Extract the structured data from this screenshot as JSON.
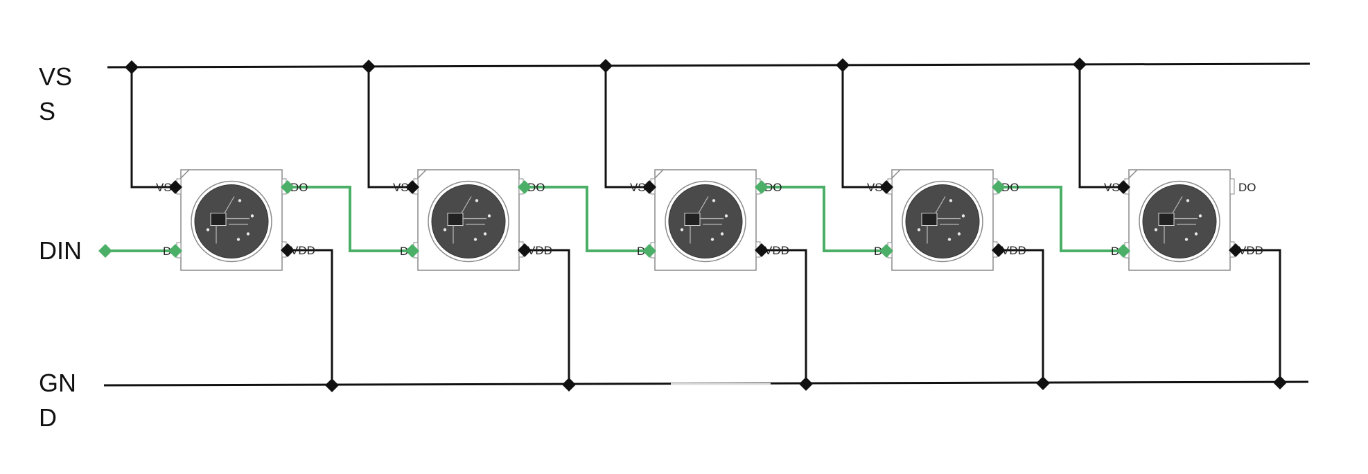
{
  "rails": {
    "vss_label": "VS\nS",
    "din_label": "DIN",
    "gnd_label": "GN\nD"
  },
  "pins": {
    "vss": "VSS",
    "do": "DO",
    "di": "DI",
    "vdd": "VDD"
  },
  "colors": {
    "wire": "#111111",
    "data_wire": "#4caf68",
    "led_body": "#4a4a4a",
    "package_border": "#8a8a8a"
  },
  "led_count": 5
}
